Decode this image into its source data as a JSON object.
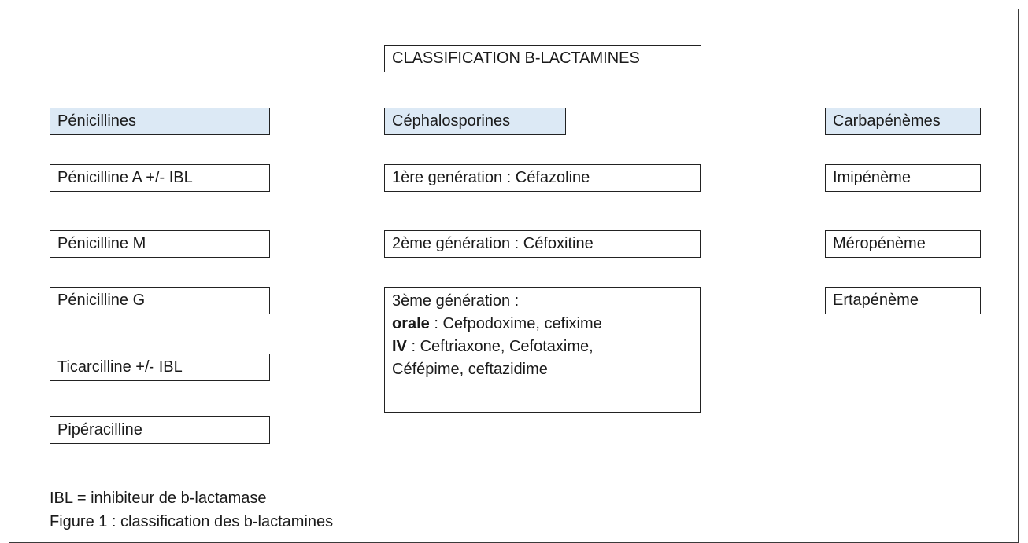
{
  "title": "CLASSIFICATION B-LACTAMINES",
  "columns": {
    "penicillins": {
      "header": "Pénicillines",
      "items": [
        "Pénicilline A +/- IBL",
        "Pénicilline M",
        "Pénicilline G",
        "Ticarcilline +/- IBL",
        "Pipéracilline"
      ]
    },
    "cephalosporins": {
      "header": "Céphalosporines",
      "items": [
        "1ère genération : Céfazoline",
        "2ème génération : Céfoxitine"
      ],
      "third_gen": {
        "line1": "3ème génération :",
        "oral_label": "orale",
        "oral_text": " : Cefpodoxime, cefixime",
        "iv_label": "IV",
        "iv_text": " : Ceftriaxone, Cefotaxime,",
        "line4": "Céfépime, ceftazidime"
      }
    },
    "carbapenems": {
      "header": "Carbapénèmes",
      "items": [
        "Imipénème",
        "Méropénème",
        "Ertapénème"
      ]
    }
  },
  "footnote": "IBL = inhibiteur de b-lactamase",
  "caption": "Figure 1 : classification des b-lactamines",
  "colors": {
    "header_fill": "#dce9f5",
    "border": "#222222"
  }
}
